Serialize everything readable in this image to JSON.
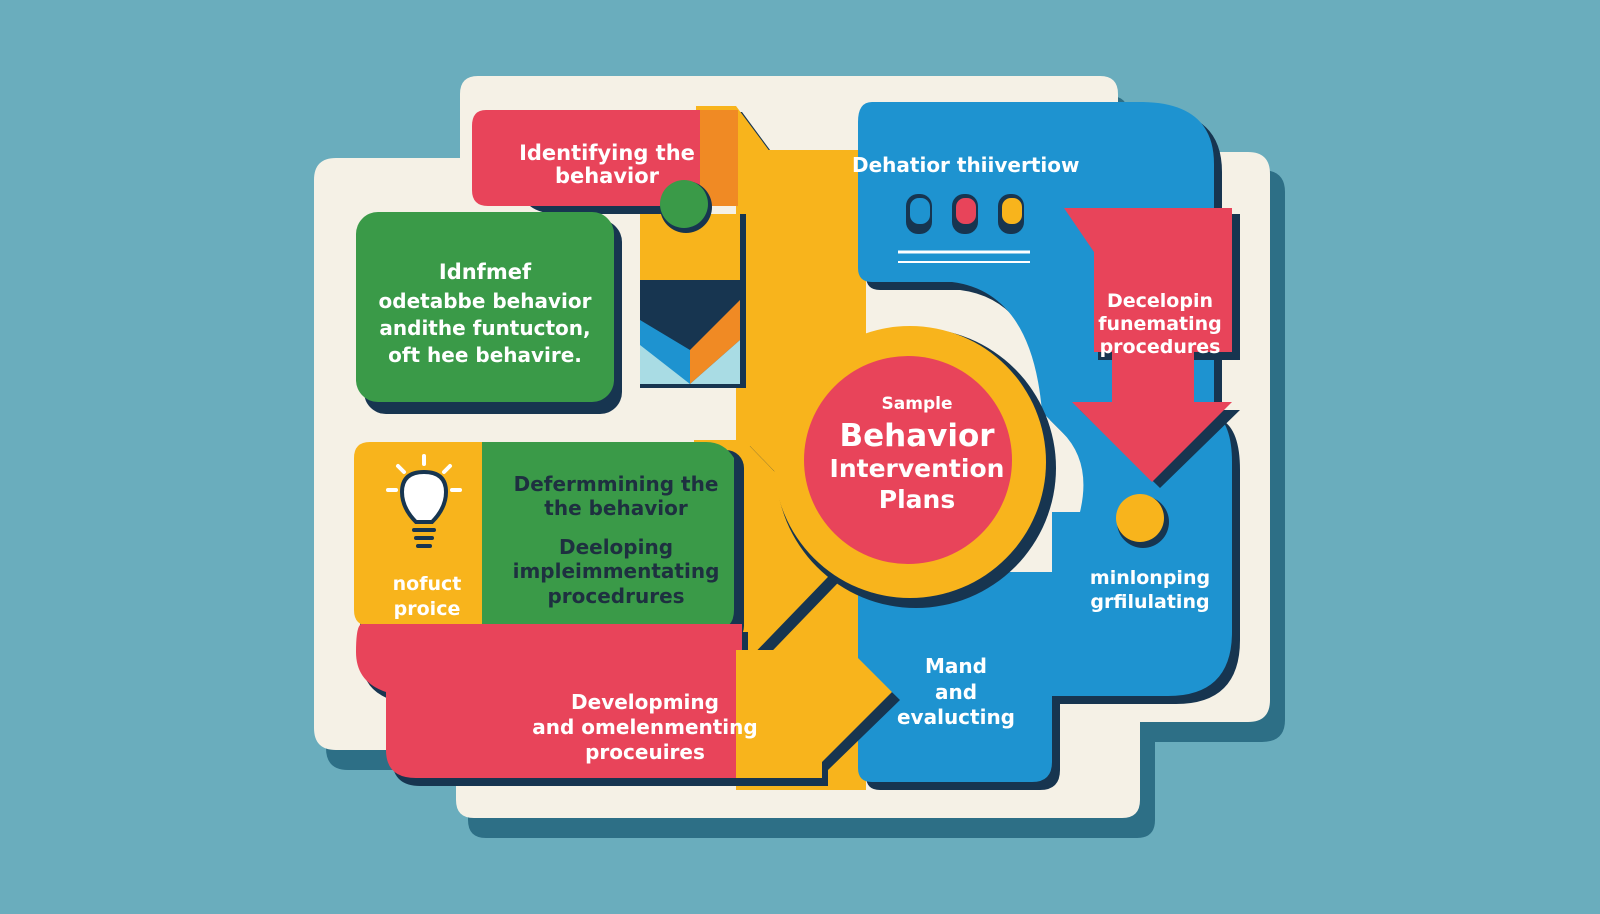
{
  "diagram": {
    "center": {
      "small": "Sample",
      "big": "Behavior",
      "mid": "Intervention",
      "last": "Plans"
    },
    "top_red": {
      "line1": "Identifying the",
      "line2": "behavior"
    },
    "green_top": {
      "line1": "Idnfmef",
      "line2": "odetabbe behavior",
      "line3": "andithe funtucton,",
      "line4": "oft hee behavire."
    },
    "green_mid": {
      "line1": "Defermmining the",
      "line2": "the behavior",
      "line3": "Deeloping",
      "line4": "impleimmentating",
      "line5": "procedrures"
    },
    "bulb_box": {
      "line1": "nofuct",
      "line2": "proice"
    },
    "red_bottom": {
      "line1": "Developming",
      "line2": "and omelenmenting",
      "line3": "proceuires"
    },
    "blue_top": {
      "title": "Dehatior thiivertiow"
    },
    "red_arrow": {
      "line1": "Decelopin",
      "line2": "funemating",
      "line3": "procedures"
    },
    "blue_right": {
      "line1": "minlonping",
      "line2": "grfilulating"
    },
    "blue_bottom": {
      "line1": "Mand",
      "line2": "and",
      "line3": "evalucting"
    },
    "colors": {
      "background": "#6aadbd",
      "board": "#f5f1e6",
      "red": "#e8445a",
      "green": "#3a9a48",
      "yellow": "#f8b41c",
      "blue": "#1e93d0",
      "navy": "#173550",
      "orange": "#f08a24"
    },
    "icons": [
      "lightbulb-icon",
      "toggle-buttons-icon"
    ]
  }
}
